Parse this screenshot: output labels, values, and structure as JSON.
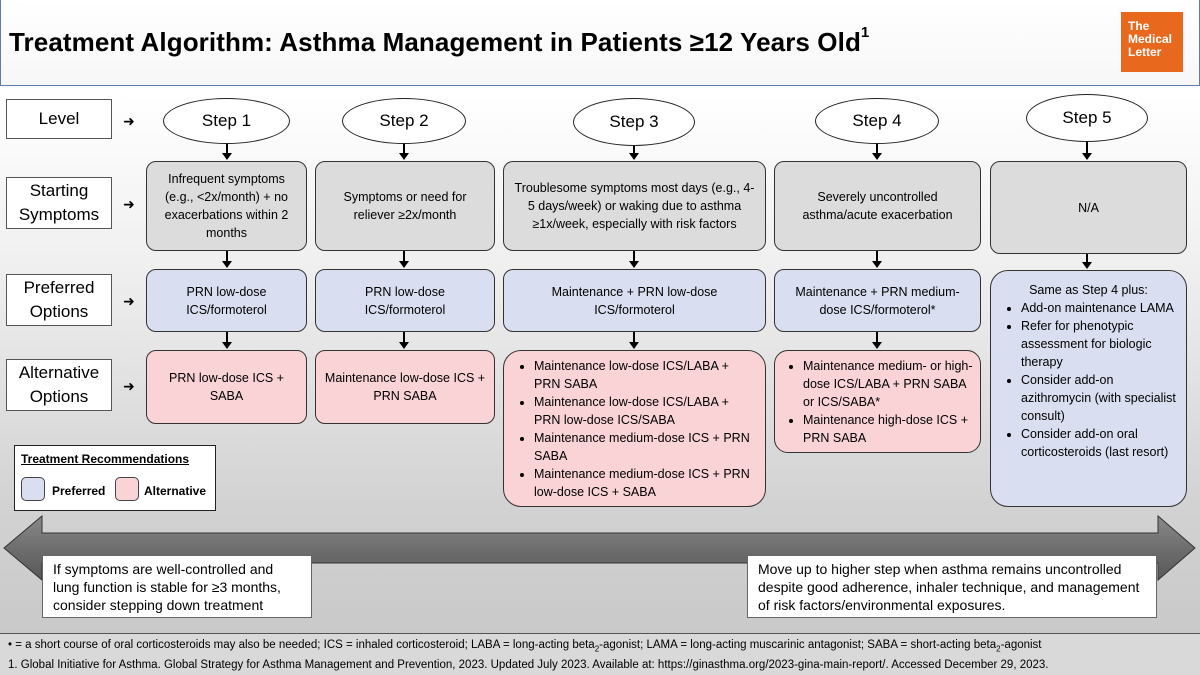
{
  "header": {
    "title": "Treatment Algorithm: Asthma Management in Patients ≥12 Years Old",
    "title_sup": "1",
    "logo_lines": [
      "The",
      "Medical",
      "Letter"
    ]
  },
  "row_labels": {
    "level": "Level",
    "starting_symptoms": [
      "Starting",
      "Symptoms"
    ],
    "preferred": [
      "Preferred",
      "Options"
    ],
    "alternative": [
      "Alternative",
      "Options"
    ]
  },
  "arrow_glyph": "➜",
  "steps": [
    "Step 1",
    "Step 2",
    "Step 3",
    "Step 4",
    "Step 5"
  ],
  "symptoms": [
    "Infrequent symptoms (e.g., <2x/month) + no exacerbations within 2 months",
    "Symptoms or need for reliever ≥2x/month",
    "Troublesome symptoms most days (e.g., 4-5 days/week) or waking due to asthma ≥1x/week, especially with risk factors",
    "Severely uncontrolled asthma/acute exacerbation",
    "N/A"
  ],
  "preferred": [
    "PRN low-dose ICS/formoterol",
    "PRN low-dose ICS/formoterol",
    "Maintenance + PRN low-dose ICS/formoterol",
    "Maintenance + PRN medium-dose ICS/formoterol*"
  ],
  "step5_preferred": {
    "intro": "Same as Step 4 plus:",
    "items": [
      "Add-on maintenance LAMA",
      "Refer for phenotypic assessment for biologic therapy",
      "Consider add-on azithromycin (with specialist consult)",
      "Consider add-on oral corticosteroids (last resort)"
    ]
  },
  "alternative": {
    "step1": "PRN low-dose ICS + SABA",
    "step2": "Maintenance low-dose ICS + PRN SABA",
    "step3": [
      "Maintenance low-dose ICS/LABA + PRN SABA",
      "Maintenance low-dose ICS/LABA + PRN low-dose ICS/SABA",
      "Maintenance medium-dose ICS + PRN SABA",
      "Maintenance medium-dose ICS + PRN low-dose ICS + SABA"
    ],
    "step4": [
      "Maintenance medium- or high-dose ICS/LABA + PRN SABA or ICS/SABA*",
      "Maintenance high-dose ICS + PRN SABA"
    ]
  },
  "legend": {
    "title": "Treatment Recommendations",
    "preferred": "Preferred",
    "alternative": "Alternative",
    "colors": {
      "preferred": "#d9dff0",
      "alternative": "#f9d3d6",
      "symptom_box": "#dcdcdc",
      "logo": "#e8691e",
      "header_border": "#5b7fa7"
    }
  },
  "notes": {
    "step_down": "If symptoms are well-controlled and lung function is stable for ≥3 months, consider stepping down treatment",
    "step_up": "Move up to higher step when asthma remains uncontrolled despite good adherence, inhaler technique, and management of risk factors/environmental exposures."
  },
  "footer": {
    "line1_prefix": "•    =  a short course of oral corticosteroids may also be needed; ICS = inhaled corticosteroid; LABA = long-acting beta",
    "line1_mid": "-agonist; LAMA = long-acting muscarinic antagonist; SABA = short-acting beta",
    "line1_end": "-agonist",
    "sub": "2",
    "line2": "1.   Global Initiative for Asthma. Global Strategy for Asthma Management and Prevention, 2023. Updated July 2023.  Available at: https://ginasthma.org/2023-gina-main-report/. Accessed December 29, 2023."
  }
}
